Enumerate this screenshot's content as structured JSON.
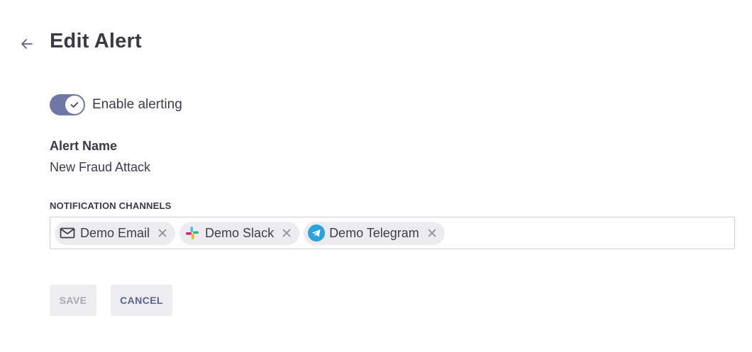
{
  "header": {
    "title": "Edit Alert"
  },
  "alerting": {
    "label": "Enable alerting",
    "enabled": true
  },
  "alert_name": {
    "label": "Alert Name",
    "value": "New Fraud Attack"
  },
  "notification_channels": {
    "label": "NOTIFICATION CHANNELS",
    "items": [
      {
        "label": "Demo Email",
        "icon": "email-icon"
      },
      {
        "label": "Demo Slack",
        "icon": "slack-icon"
      },
      {
        "label": "Demo Telegram",
        "icon": "telegram-icon"
      }
    ]
  },
  "actions": {
    "save_label": "SAVE",
    "cancel_label": "CANCEL"
  },
  "colors": {
    "accent": "#6f77a6",
    "text": "#3d3d48",
    "chip_bg": "#ececf0",
    "cancel_text": "#5b6391",
    "disabled_text": "#a8a8b2"
  }
}
